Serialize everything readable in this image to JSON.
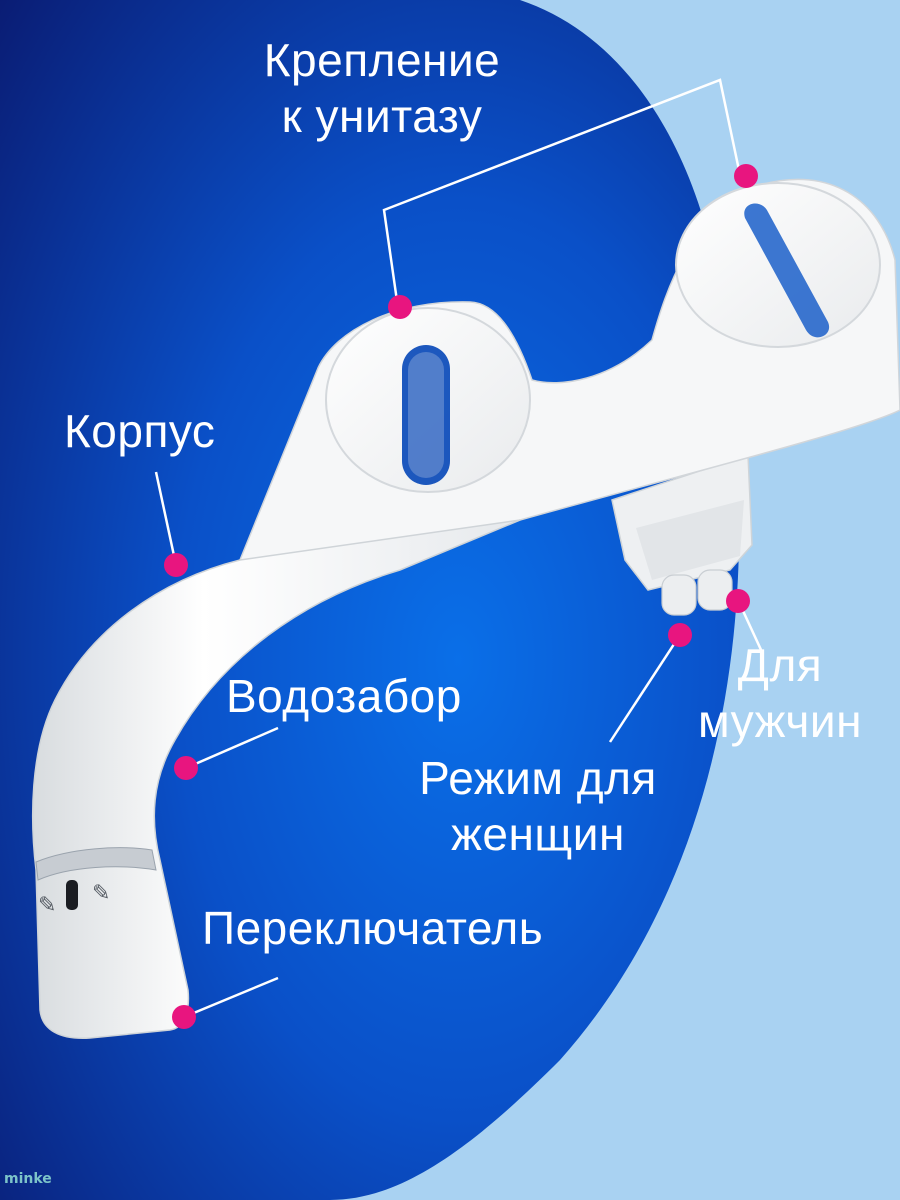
{
  "colors": {
    "background_light": "#a9d2f2",
    "background_dark": "#0a1f7a",
    "background_mid": "#0a58d4",
    "marker": "#e8157f",
    "device": "#f4f5f6",
    "text": "#ffffff"
  },
  "labels": {
    "mount": [
      "Крепление",
      "к унитазу"
    ],
    "body": "Корпус",
    "water_intake": "Водозабор",
    "men": [
      "Для",
      "мужчин"
    ],
    "women": [
      "Режим для",
      "женщин"
    ],
    "switch": "Переключатель"
  },
  "watermark": "minke"
}
